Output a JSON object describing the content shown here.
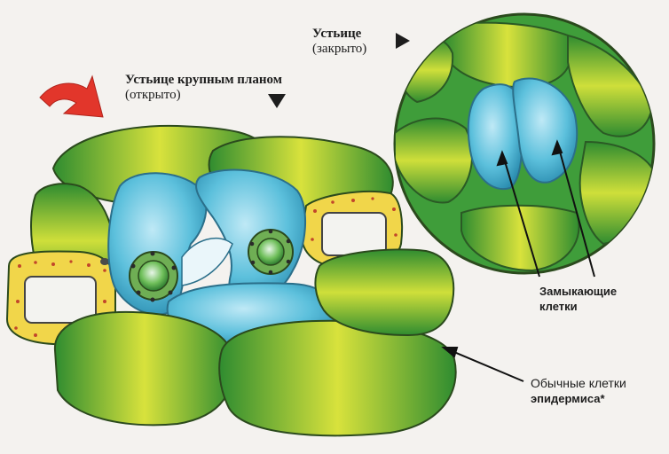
{
  "labels": {
    "stoma_closed": {
      "line1": "Устьице",
      "line2": "(закрыто)"
    },
    "stoma_open": {
      "line1": "Устьице крупным планом",
      "line2": "(открыто)"
    },
    "guard_cells": {
      "line1": "Замыкающие",
      "line2": "клетки"
    },
    "epidermis": {
      "line1": "Обычные клетки",
      "line2": "эпидермиса*"
    }
  },
  "colors": {
    "epidermis_green": "#3f9d3a",
    "epidermis_highlight": "#d6e23a",
    "guard_blue": "#5cc0dc",
    "mesophyll_yellow": "#f1d64a",
    "arrow_red": "#e2362b",
    "outline": "#2b4a1d"
  },
  "icons": {
    "pointer_arrow": "red-curved-arrow-icon",
    "triangle_marker": "triangle-down-icon"
  }
}
